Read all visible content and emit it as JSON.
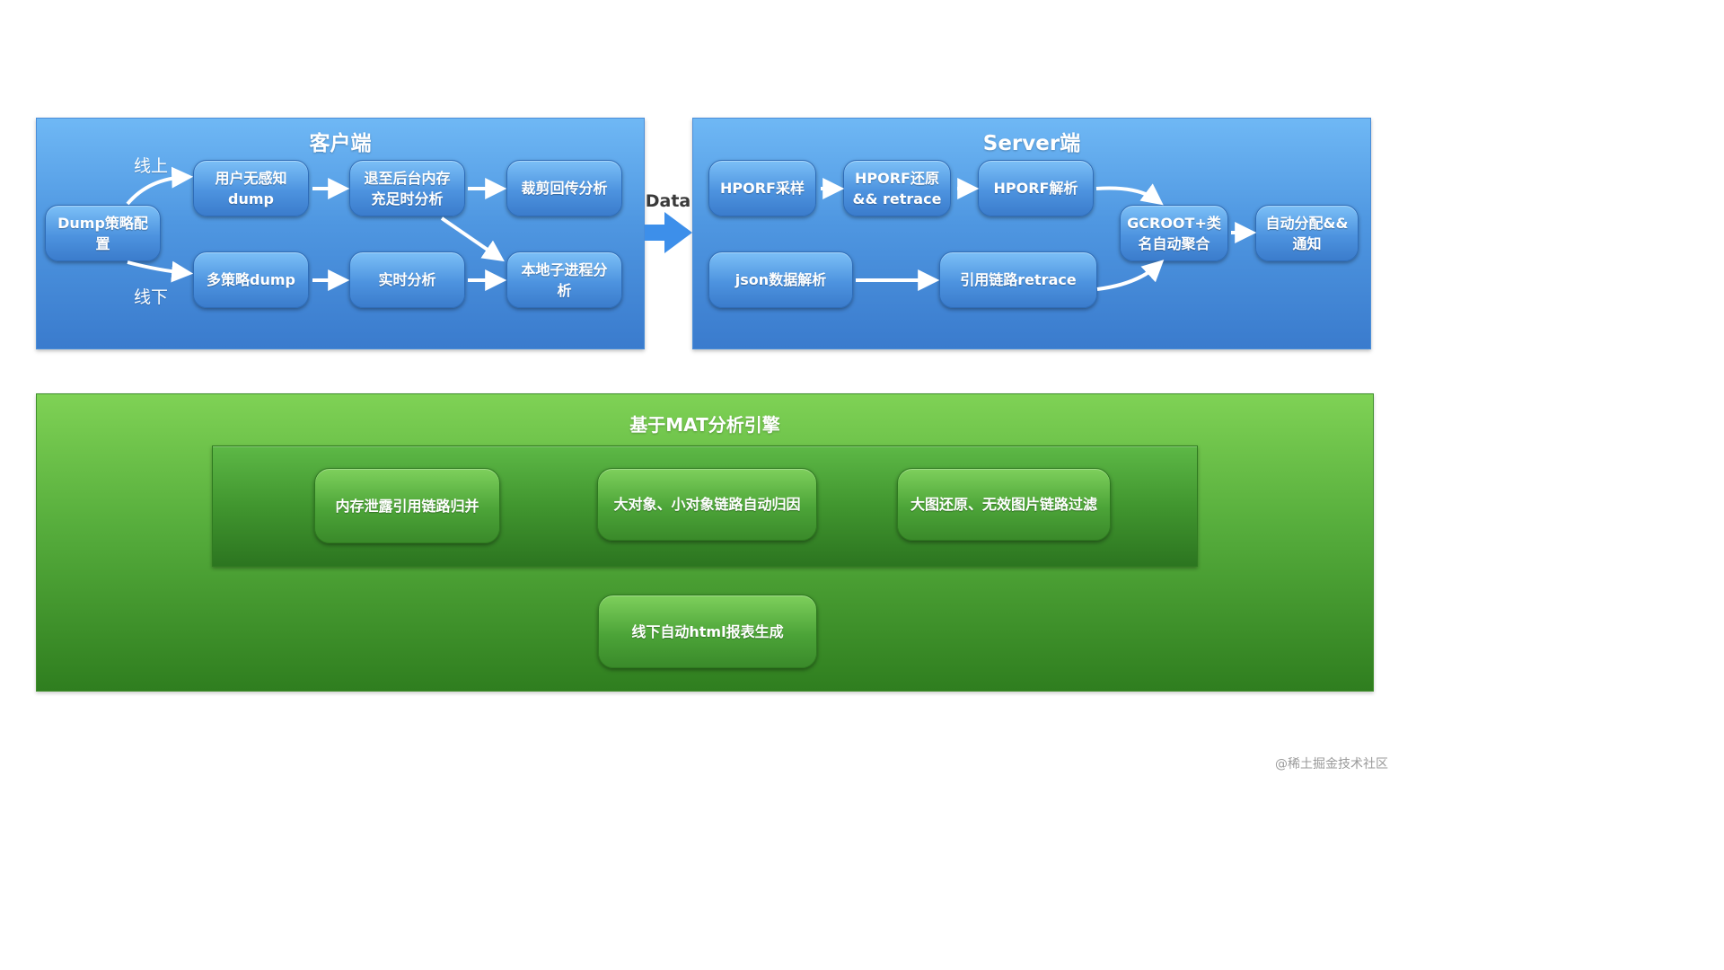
{
  "client_panel": {
    "title": "客户端"
  },
  "server_panel": {
    "title": "Server端"
  },
  "data_arrow": {
    "label": "Data"
  },
  "client_nodes": {
    "dump_config": "Dump策略配置",
    "online_label": "线上",
    "offline_label": "线下",
    "silent_dump": "用户无感知\ndump",
    "background_analysis": "退至后台内存\n充足时分析",
    "crop_upload": "裁剪回传分析",
    "multi_dump": "多策略dump",
    "realtime_analysis": "实时分析",
    "local_subprocess": "本地子进程分\n析"
  },
  "server_nodes": {
    "hprof_sample": "HPORF采样",
    "hprof_restore": "HPORF还原\n&& retrace",
    "hprof_parse": "HPORF解析",
    "json_parse": "json数据解析",
    "ref_retrace": "引用链路retrace",
    "gcroot_agg": "GCROOT+类\n名自动聚合",
    "auto_dispatch": "自动分配&&\n通知"
  },
  "engine_section": {
    "title": "基于MAT分析引擎",
    "items": [
      "内存泄露引用链路归并",
      "大对象、小对象链路自动归因",
      "大图还原、无效图片链路过滤"
    ],
    "report": "线下自动html报表生成"
  },
  "colors": {
    "blue_panel": "#4f97e1",
    "green_panel": "#56ad3c",
    "data_arrow": "#3d8fea"
  },
  "watermark": "@稀土掘金技术社区"
}
